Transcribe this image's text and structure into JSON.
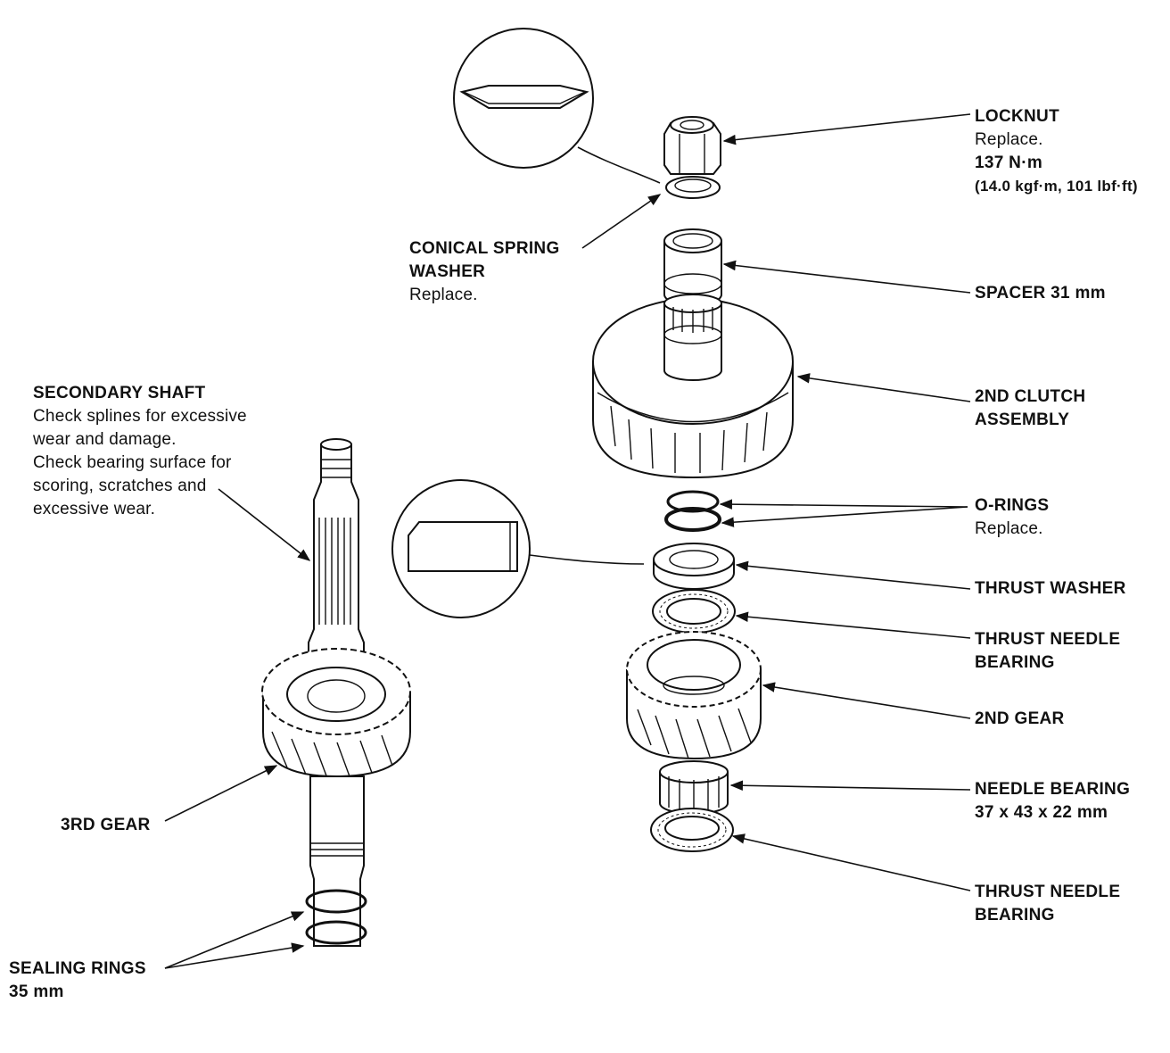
{
  "labels": {
    "locknut": {
      "name": "LOCKNUT",
      "lines": [
        "Replace."
      ],
      "torque": "137 N·m",
      "torque_alt": "(14.0 kgf·m, 101 lbf·ft)"
    },
    "conical_spring_washer": {
      "name_line1": "CONICAL SPRING",
      "name_line2": "WASHER",
      "note": "Replace."
    },
    "spacer": {
      "name": "SPACER 31 mm"
    },
    "second_clutch": {
      "name_line1": "2ND CLUTCH",
      "name_line2": "ASSEMBLY"
    },
    "o_rings": {
      "name": "O-RINGS",
      "note": "Replace."
    },
    "thrust_washer": {
      "name": "THRUST WASHER"
    },
    "thrust_needle_bearing_upper": {
      "name_line1": "THRUST NEEDLE",
      "name_line2": "BEARING"
    },
    "second_gear": {
      "name": "2ND GEAR"
    },
    "needle_bearing": {
      "name": "NEEDLE BEARING",
      "size": "37 x 43 x 22 mm"
    },
    "thrust_needle_bearing_lower": {
      "name_line1": "THRUST NEEDLE",
      "name_line2": "BEARING"
    },
    "secondary_shaft": {
      "name": "SECONDARY SHAFT",
      "lines": [
        "Check splines for excessive",
        "wear and damage.",
        "Check bearing surface for",
        "scoring, scratches and",
        "excessive wear."
      ]
    },
    "third_gear": {
      "name": "3RD GEAR"
    },
    "sealing_rings": {
      "name": "SEALING RINGS",
      "size": "35 mm"
    }
  }
}
